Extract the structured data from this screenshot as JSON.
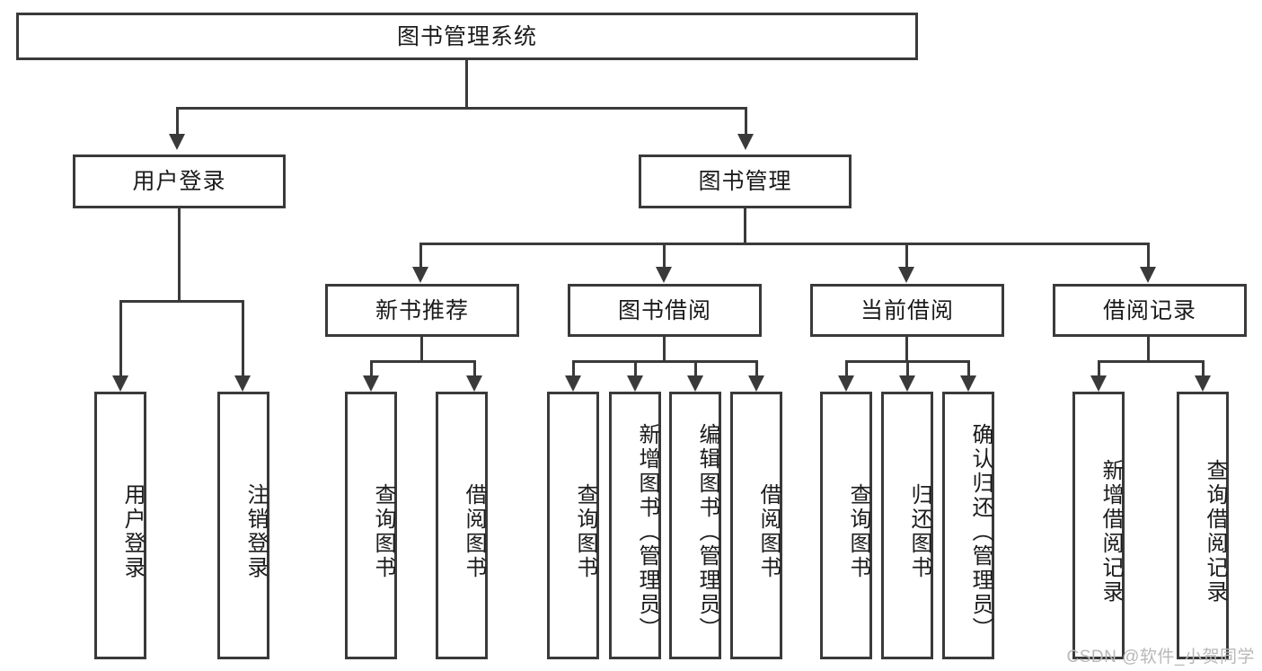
{
  "diagram": {
    "title": "图书管理系统",
    "type": "hierarchy-tree",
    "watermark": "CSDN @软件_小贺同学",
    "colors": {
      "stroke": "#3a3a3a",
      "fill": "#ffffff",
      "text": "#1b1b1b",
      "watermark": "#b8b8b8"
    },
    "root": {
      "label": "图书管理系统"
    },
    "level2": [
      {
        "label": "用户登录"
      },
      {
        "label": "图书管理"
      }
    ],
    "level3": [
      {
        "label": "新书推荐"
      },
      {
        "label": "图书借阅"
      },
      {
        "label": "当前借阅"
      },
      {
        "label": "借阅记录"
      }
    ],
    "leaves": {
      "user_login": [
        {
          "label": "用户登录"
        },
        {
          "label": "注销登录"
        }
      ],
      "new_book_recommend": [
        {
          "label": "查询图书"
        },
        {
          "label": "借阅图书"
        }
      ],
      "book_borrow": [
        {
          "label": "查询图书"
        },
        {
          "label": "新增图书（管理员）"
        },
        {
          "label": "编辑图书（管理员）"
        },
        {
          "label": "借阅图书"
        }
      ],
      "current_borrow": [
        {
          "label": "查询图书"
        },
        {
          "label": "归还图书"
        },
        {
          "label": "确认归还（管理员）"
        }
      ],
      "borrow_records": [
        {
          "label": "新增借阅记录"
        },
        {
          "label": "查询借阅记录"
        }
      ]
    }
  }
}
